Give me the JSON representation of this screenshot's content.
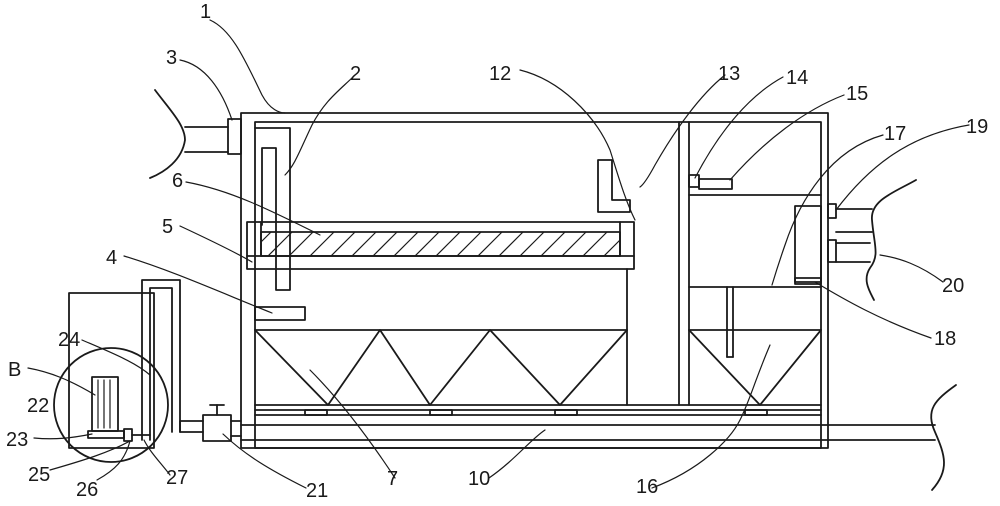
{
  "labels": {
    "l1": "1",
    "l2": "2",
    "l3": "3",
    "l4": "4",
    "l5": "5",
    "l6": "6",
    "l7": "7",
    "l10": "10",
    "l12": "12",
    "l13": "13",
    "l14": "14",
    "l15": "15",
    "l16": "16",
    "l17": "17",
    "l18": "18",
    "l19": "19",
    "l20": "20",
    "l21": "21",
    "l22": "22",
    "l23": "23",
    "l24": "24",
    "l25": "25",
    "l26": "26",
    "l27": "27",
    "lB": "B"
  }
}
